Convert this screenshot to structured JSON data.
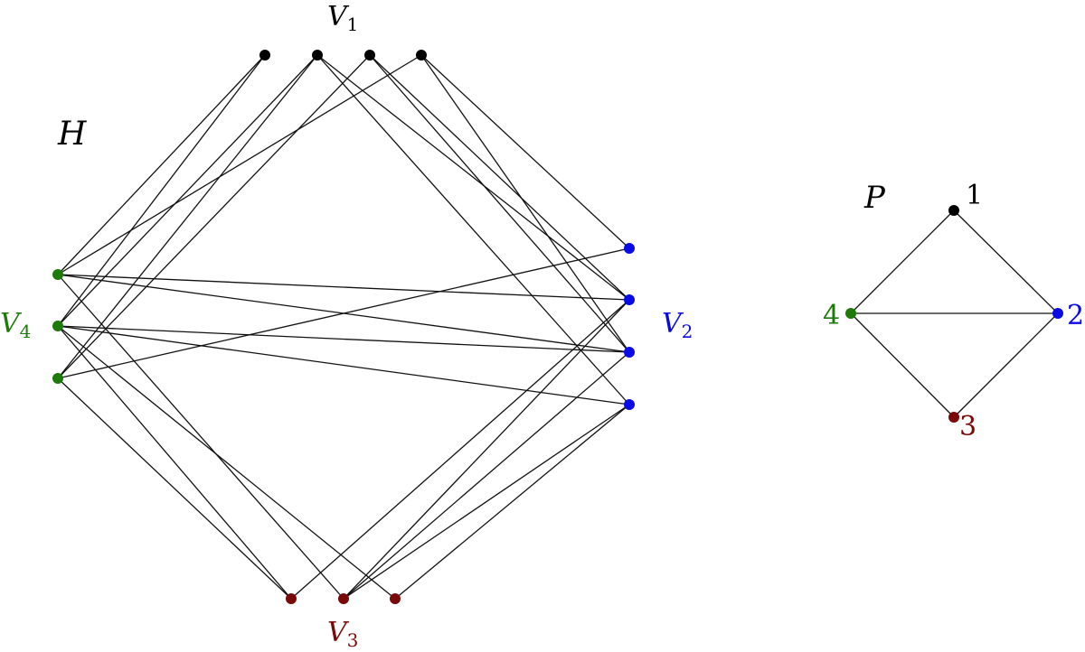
{
  "colors": {
    "V1": "#000000",
    "V2": "#0a0ae6",
    "V3": "#7a0a0a",
    "V4": "#1e7a0a",
    "edge": "#111111"
  },
  "graph_H": {
    "title": "H",
    "parts": {
      "V1": {
        "letter": "V",
        "index": "1",
        "vertices": [
          "a1",
          "a2",
          "a3",
          "a4"
        ]
      },
      "V2": {
        "letter": "V",
        "index": "2",
        "vertices": [
          "b1",
          "b2",
          "b3",
          "b4"
        ]
      },
      "V3": {
        "letter": "V",
        "index": "3",
        "vertices": [
          "c1",
          "c2",
          "c3"
        ]
      },
      "V4": {
        "letter": "V",
        "index": "4",
        "vertices": [
          "d1",
          "d2",
          "d3"
        ]
      }
    },
    "edges": [
      [
        "a1",
        "d1"
      ],
      [
        "a1",
        "d2"
      ],
      [
        "a2",
        "d2"
      ],
      [
        "a2",
        "d3"
      ],
      [
        "a2",
        "b2"
      ],
      [
        "a2",
        "b4"
      ],
      [
        "a3",
        "d3"
      ],
      [
        "a3",
        "b2"
      ],
      [
        "a3",
        "b3"
      ],
      [
        "a4",
        "d1"
      ],
      [
        "a4",
        "b1"
      ],
      [
        "a4",
        "b3"
      ],
      [
        "d1",
        "b2"
      ],
      [
        "d1",
        "b3"
      ],
      [
        "d1",
        "c2"
      ],
      [
        "d2",
        "b3"
      ],
      [
        "d2",
        "b4"
      ],
      [
        "d2",
        "c1"
      ],
      [
        "d2",
        "c3"
      ],
      [
        "d3",
        "b1"
      ],
      [
        "d3",
        "c1"
      ],
      [
        "c1",
        "b2"
      ],
      [
        "c2",
        "b2"
      ],
      [
        "c2",
        "b3"
      ],
      [
        "c2",
        "b4"
      ],
      [
        "c3",
        "b4"
      ]
    ]
  },
  "graph_P": {
    "title": "P",
    "vertices": [
      {
        "id": "p1",
        "label": "1",
        "part": "V1"
      },
      {
        "id": "p2",
        "label": "2",
        "part": "V2"
      },
      {
        "id": "p3",
        "label": "3",
        "part": "V3"
      },
      {
        "id": "p4",
        "label": "4",
        "part": "V4"
      }
    ],
    "edges": [
      [
        "p1",
        "p2"
      ],
      [
        "p1",
        "p4"
      ],
      [
        "p4",
        "p2"
      ],
      [
        "p4",
        "p3"
      ],
      [
        "p3",
        "p2"
      ]
    ]
  }
}
